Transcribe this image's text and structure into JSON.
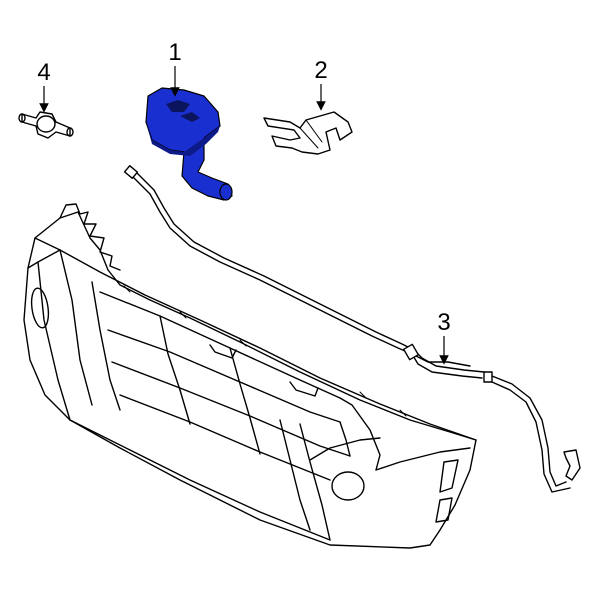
{
  "callouts": [
    {
      "id": "1",
      "label": "1",
      "part": "washer-nozzle"
    },
    {
      "id": "2",
      "label": "2",
      "part": "nozzle-clip"
    },
    {
      "id": "3",
      "label": "3",
      "part": "washer-hose"
    },
    {
      "id": "4",
      "label": "4",
      "part": "hose-connector"
    }
  ],
  "colors": {
    "highlight": "#1a2fd0",
    "highlight_dark": "#0d1a8a",
    "line": "#000000",
    "background": "#ffffff"
  }
}
